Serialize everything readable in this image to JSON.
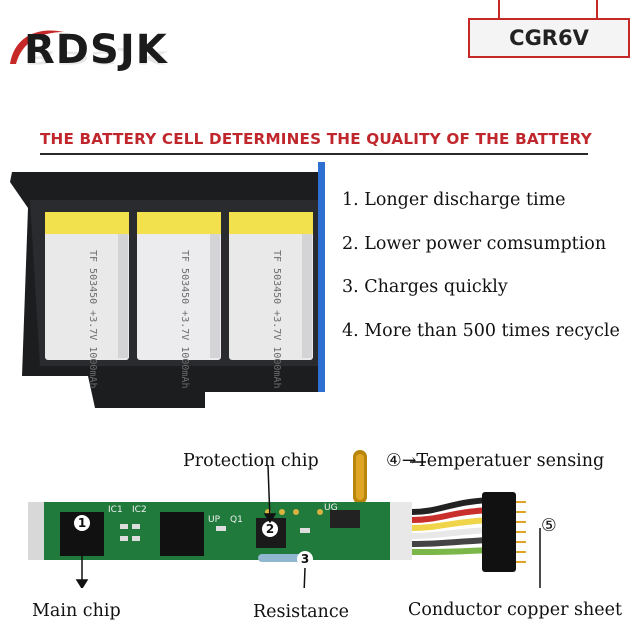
{
  "brand": {
    "logo_text": "RDSJK"
  },
  "model": {
    "code": "CGR6V"
  },
  "headline": "THE BATTERY CELL DETERMINES THE QUALITY OF THE BATTERY",
  "battery_cells": {
    "cell_label": "TF 503450 +3.7V 1000mAh"
  },
  "features": [
    "1. Longer discharge time",
    "2. Lower power comsumption",
    "3. Charges quickly",
    "4. More than 500 times recycle"
  ],
  "board": {
    "chip_labels": [
      "IC1",
      "IC2",
      "UP",
      "Q1",
      "UG"
    ],
    "markers": [
      "1",
      "2",
      "3",
      "④",
      "⑤"
    ],
    "callouts": {
      "protection_chip": "Protection chip",
      "temperature_sensing": "Temperatuer sensing",
      "main_chip": "Main chip",
      "resistance": "Resistance",
      "conductor": "Conductor copper sheet"
    }
  },
  "colors": {
    "accent_red": "#c0272d",
    "cell_yellow": "#f2e14c",
    "pcb_green": "#1f7a3c",
    "frame_blue": "#2f6fd1"
  }
}
